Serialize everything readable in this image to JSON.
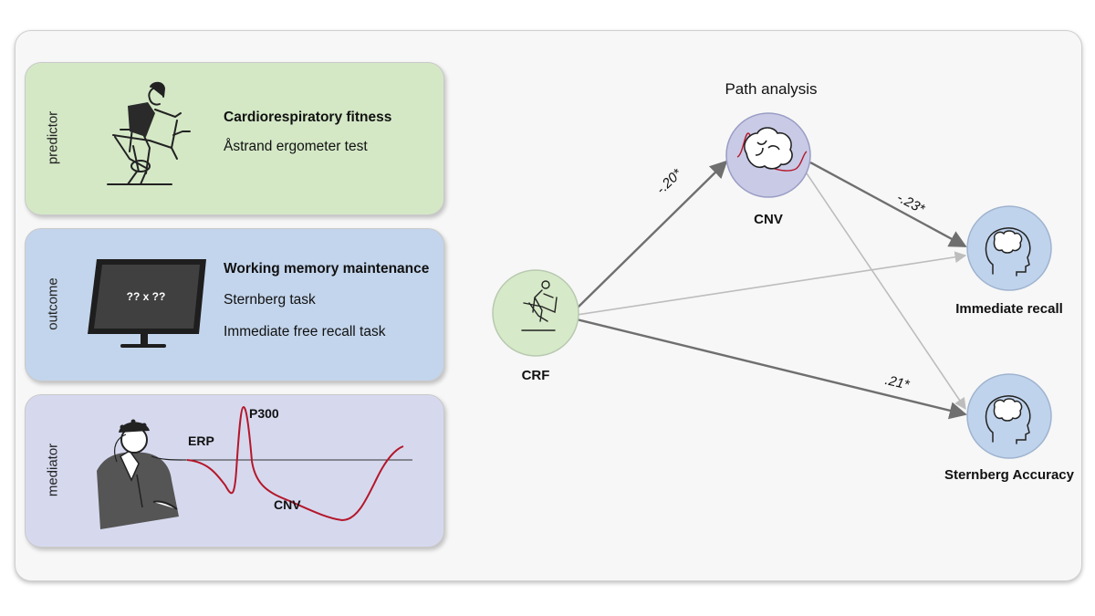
{
  "panels": {
    "predictor": {
      "side_label": "predictor",
      "title": "Cardiorespiratory fitness",
      "lines": [
        "Åstrand ergometer test"
      ]
    },
    "outcome": {
      "side_label": "outcome",
      "title": "Working memory maintenance",
      "lines": [
        "Sternberg task",
        "Immediate free recall task"
      ],
      "monitor_text": "?? x ??"
    },
    "mediator": {
      "side_label": "mediator",
      "erp_label": "ERP",
      "p300_label": "P300",
      "cnv_label": "CNV"
    }
  },
  "path_analysis": {
    "title": "Path analysis",
    "nodes": {
      "crf": "CRF",
      "cnv": "CNV",
      "immediate_recall": "Immediate recall",
      "sternberg_accuracy": "Sternberg Accuracy"
    },
    "coefficients": {
      "crf_to_cnv": "-.20*",
      "cnv_to_recall": "-.23*",
      "crf_to_sternberg": ".21*"
    }
  },
  "colors": {
    "predictor_bg": "#d4e8c6",
    "outcome_bg": "#c3d5ec",
    "mediator_bg": "#d6d9ee",
    "erp_wave": "#b5172b",
    "significant_path": "#6f6f6f",
    "nonsignificant_path": "#bdbdbd"
  }
}
